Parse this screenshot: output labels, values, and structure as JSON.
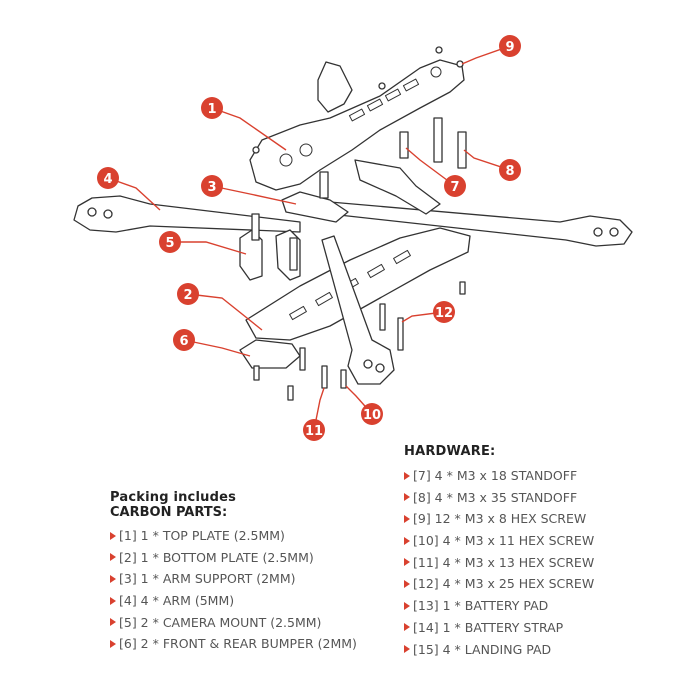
{
  "colors": {
    "callout": "#d9412f",
    "line": "#333333",
    "text": "#555555"
  },
  "callouts": [
    "1",
    "2",
    "3",
    "4",
    "5",
    "6",
    "7",
    "8",
    "9",
    "10",
    "11",
    "12"
  ],
  "packing": {
    "title": "Packing includes",
    "carbon_title": "CARBON PARTS:",
    "carbon_items": [
      "[1] 1 * TOP PLATE (2.5MM)",
      "[2] 1 * BOTTOM PLATE (2.5MM)",
      "[3] 1 * ARM SUPPORT (2MM)",
      "[4] 4 * ARM (5MM)",
      "[5] 2 * CAMERA MOUNT (2.5MM)",
      "[6] 2 * FRONT & REAR BUMPER (2MM)"
    ]
  },
  "hardware": {
    "title": "HARDWARE:",
    "items": [
      "[7] 4 * M3 x 18 STANDOFF",
      "[8] 4 * M3 x 35 STANDOFF",
      "[9] 12 * M3 x 8 HEX SCREW",
      "[10] 4 * M3 x 11 HEX SCREW",
      "[11] 4 * M3 x 13 HEX SCREW",
      "[12] 4 * M3 x 25 HEX SCREW",
      "[13] 1 * BATTERY PAD",
      "[14] 1 * BATTERY STRAP",
      "[15] 4 * LANDING PAD"
    ]
  }
}
